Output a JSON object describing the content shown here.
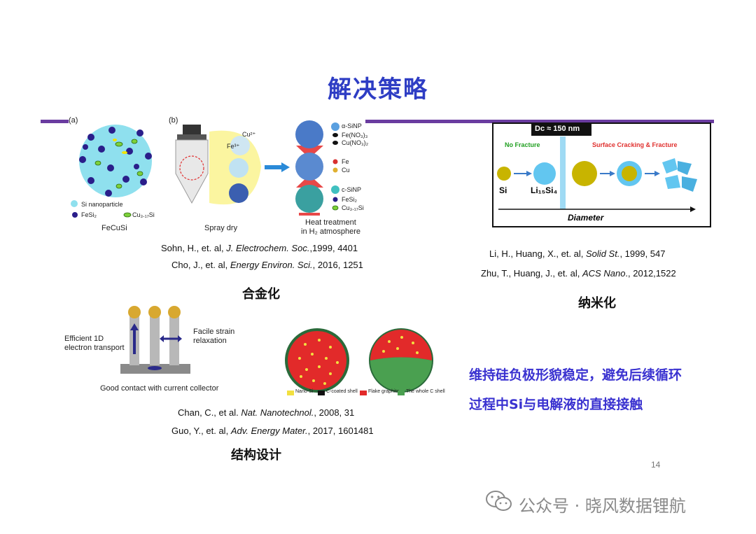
{
  "title": "解决策略",
  "colors": {
    "title": "#2e3dc4",
    "rule": "#6a3ca0",
    "note": "#3a32d0"
  },
  "alloy": {
    "panel_a": "(a)",
    "panel_b": "(b)",
    "legend_si": "Si nanoparticle",
    "legend_fesi2": "FeSi₂",
    "legend_cusi": "Cu₃.₁₇Si",
    "caption_a": "FeCuSi",
    "caption_b": "Spray dry",
    "cu_label": "Cu²⁺",
    "fe_label": "Fe³⁺",
    "legend_right": [
      "α-SiNP",
      "Fe(NO₃)₃",
      "Cu(NO₃)₂",
      "Fe",
      "Cu",
      "c-SiNP",
      "FeSi₂",
      "Cu₃.₁₇Si"
    ],
    "heat_line1": "Heat treatment",
    "heat_line2": "in H₂ atmosphere",
    "ref1_authors": "Sohn, H., et. al, ",
    "ref1_journal": "J. Electrochem. Soc.",
    "ref1_tail": ",1999, 4401",
    "ref2_authors": "Cho, J., et. al, ",
    "ref2_journal": "Energy Environ. Sci.",
    "ref2_tail": ", 2016, 1251",
    "heading": "合金化"
  },
  "nano": {
    "dc_label": "Dc ≈ 150 nm",
    "no_fracture": "No Fracture",
    "surface_cracking": "Surface Cracking & Fracture",
    "si_label": "Si",
    "lisi_label": "Li₁₅Si₄",
    "diameter": "Diameter",
    "ref1_authors": "Li, H., Huang, X., et. al,  ",
    "ref1_journal": "Solid St.",
    "ref1_tail": ", 1999, 547",
    "ref2_authors": "Zhu, T., Huang, J., et. al, ",
    "ref2_journal": "ACS Nano",
    "ref2_tail": "., 2012,1522",
    "heading": "纳米化"
  },
  "structure": {
    "efficient_line1": "Efficient 1D",
    "efficient_line2": "electron transport",
    "facile_line1": "Facile strain",
    "facile_line2": "relaxation",
    "good_contact": "Good contact with current collector",
    "legend": [
      "Nano-Si",
      "C-coated shell",
      "Flake graphite",
      "The whole C shell"
    ],
    "ref1_authors": "Chan, C., et al. ",
    "ref1_journal": "Nat. Nanotechnol.",
    "ref1_tail": ", 2008, 31",
    "ref2_authors": "Guo, Y., et. al, ",
    "ref2_journal": "Adv. Energy Mater.",
    "ref2_tail": ", 2017, 1601481",
    "heading": "结构设计"
  },
  "note_line1": "维持硅负极形貌稳定，避免后续循环",
  "note_line2": "过程中Si与电解液的直接接触",
  "page_number": "14",
  "watermark": {
    "icon": "wechat-icon",
    "text": "公众号 · 晓风数据锂航"
  }
}
